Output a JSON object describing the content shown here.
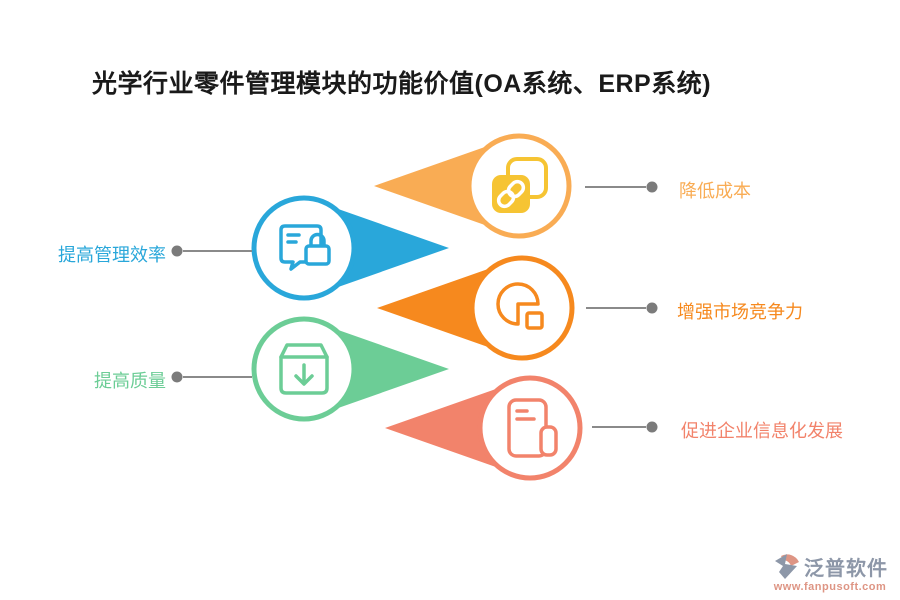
{
  "title": "光学行业零件管理模块的功能价值(OA系统、ERP系统)",
  "items": [
    {
      "label": "降低成本",
      "side": "right",
      "color": "#F9AC54",
      "icon": "link-icon"
    },
    {
      "label": "提高管理效率",
      "side": "left",
      "color": "#29A7DA",
      "icon": "chat-lock-icon"
    },
    {
      "label": "增强市场竞争力",
      "side": "right",
      "color": "#F6891E",
      "icon": "pie-chart-icon"
    },
    {
      "label": "提高质量",
      "side": "left",
      "color": "#6CCD96",
      "icon": "box-download-icon"
    },
    {
      "label": "促进企业信息化发展",
      "side": "right",
      "color": "#F2836B",
      "icon": "document-icon"
    }
  ],
  "colors": {
    "light_orange": "#F9AC54",
    "yellow_icon": "#F6C433",
    "blue": "#29A7DA",
    "orange": "#F6891E",
    "green": "#6CCD96",
    "salmon": "#F2836B",
    "connector_line": "#8A8A8A",
    "connector_dot": "#7B7B7B",
    "title_text": "#1a1a1a",
    "logo_gray": "#8D97A8",
    "logo_salmon": "#DE9584"
  },
  "logo": {
    "name": "泛普软件",
    "url": "www.fanpusoft.com"
  }
}
